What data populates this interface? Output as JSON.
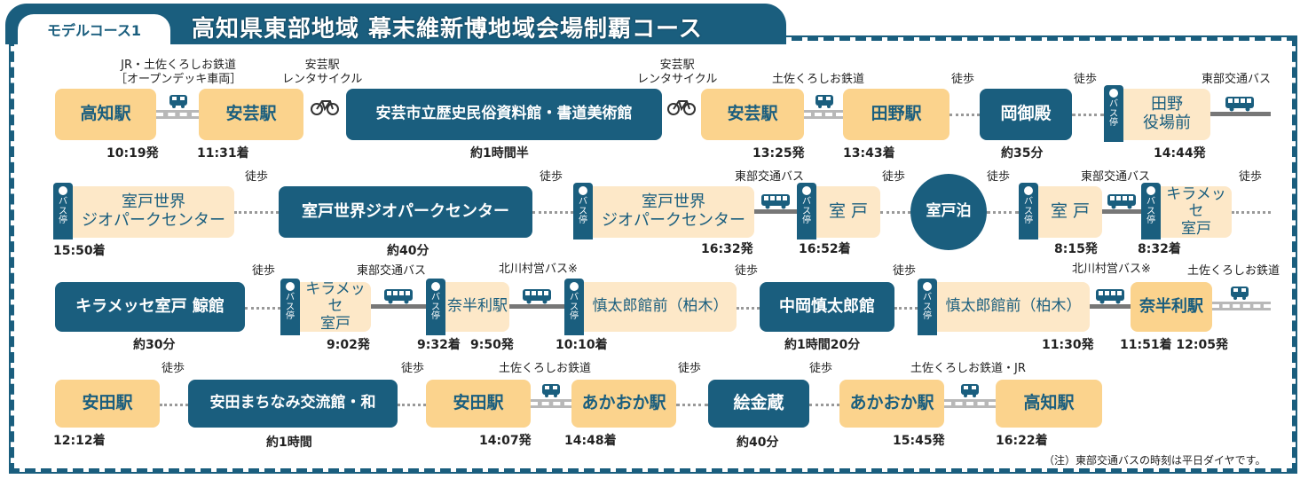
{
  "header": {
    "label": "モデルコース1",
    "title": "高知県東部地域 幕末維新博地域会場制覇コース"
  },
  "row1": {
    "n1": "高知駅",
    "n2": "安芸駅",
    "n3": "安芸市立歴史民俗資料館・書道美術館",
    "n4": "安芸駅",
    "n5": "田野駅",
    "n6": "岡御殿",
    "n7_top": "田野",
    "n7_bot": "役場前",
    "l1": "JR・土佐くろしお鉄道",
    "l1b": "［オープンデッキ車両］",
    "l2": "安芸駅",
    "l2b": "レンタサイクル",
    "l3": "安芸駅",
    "l3b": "レンタサイクル",
    "l4": "土佐くろしお鉄道",
    "l5": "徒歩",
    "l6": "徒歩",
    "l7": "東部交通バス",
    "t1": "10:19発",
    "t2": "11:31着",
    "t3": "約1時間半",
    "t4": "13:25発",
    "t5": "13:43着",
    "t6": "約35分",
    "t7": "14:44発"
  },
  "row2": {
    "n1_top": "室戸世界",
    "n1_bot": "ジオパークセンター",
    "n2": "室戸世界ジオパークセンター",
    "n3_top": "室戸世界",
    "n3_bot": "ジオパークセンター",
    "n4": "室 戸",
    "n5": "室戸泊",
    "n6": "室 戸",
    "n7_top": "キラメッセ",
    "n7_bot": "室戸",
    "l1": "徒歩",
    "l2": "徒歩",
    "l3": "東部交通バス",
    "l4": "徒歩",
    "l5": "徒歩",
    "l6": "東部交通バス",
    "l7": "徒歩",
    "t1": "15:50着",
    "t2": "約40分",
    "t3": "16:32発",
    "t4": "16:52着",
    "t5": "8:15発",
    "t6": "8:32着"
  },
  "row3": {
    "n1": "キラメッセ室戸 鯨館",
    "n2_top": "キラメッセ",
    "n2_bot": "室戸",
    "n3": "奈半利駅",
    "n4": "慎太郎館前（柏木）",
    "n5": "中岡慎太郎館",
    "n6": "慎太郎館前（柏木）",
    "n7": "奈半利駅",
    "l1": "徒歩",
    "l2": "東部交通バス",
    "l3": "北川村営バス※",
    "l4": "徒歩",
    "l5": "徒歩",
    "l6": "北川村営バス※",
    "l7": "土佐くろしお鉄道",
    "t1": "約30分",
    "t2": "9:02発",
    "t3": "9:32着",
    "t3b": "9:50発",
    "t4": "10:10着",
    "t5": "約1時間20分",
    "t6": "11:30発",
    "t7": "11:51着 12:05発"
  },
  "row4": {
    "n1": "安田駅",
    "n2": "安田まちなみ交流館・和",
    "n3": "安田駅",
    "n4": "あかおか駅",
    "n5": "絵金蔵",
    "n6": "あかおか駅",
    "n7": "高知駅",
    "l1": "徒歩",
    "l2": "徒歩",
    "l3": "土佐くろしお鉄道",
    "l4": "徒歩",
    "l5": "徒歩",
    "l6": "土佐くろしお鉄道・JR",
    "t1": "12:12着",
    "t2": "約1時間",
    "t3": "14:07発",
    "t4": "14:48着",
    "t5": "約40分",
    "t6": "15:45発",
    "t7": "16:22着"
  },
  "busstop_label": "バス停",
  "note": "（注）東部交通バスの時刻は平日ダイヤです。",
  "colors": {
    "navy": "#1a5e7e",
    "orange": "#fbd38d",
    "light": "#fde8c8"
  }
}
